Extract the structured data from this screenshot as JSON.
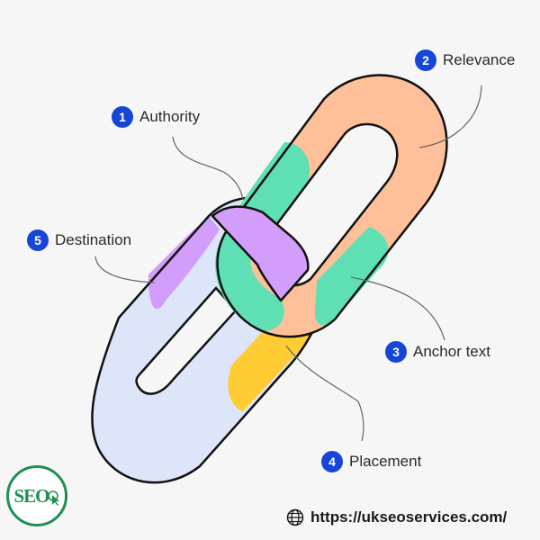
{
  "labels": [
    {
      "number": "1",
      "text": "Authority"
    },
    {
      "number": "2",
      "text": "Relevance"
    },
    {
      "number": "3",
      "text": "Anchor text"
    },
    {
      "number": "4",
      "text": "Placement"
    },
    {
      "number": "5",
      "text": "Destination"
    }
  ],
  "logo": {
    "text": "SEO"
  },
  "footer": {
    "url": "https://ukseoservices.com/"
  },
  "colors": {
    "authority": "#5ee0b4",
    "relevance": "#ffbf99",
    "destination": "#d39dfc",
    "placement": "#ffcc33",
    "link_body": "#dce6f8",
    "badge": "#1546d6",
    "logo": "#1f8f52"
  },
  "icons": {
    "footer_icon": "globe-icon",
    "logo_icon": "cursor-icon"
  }
}
